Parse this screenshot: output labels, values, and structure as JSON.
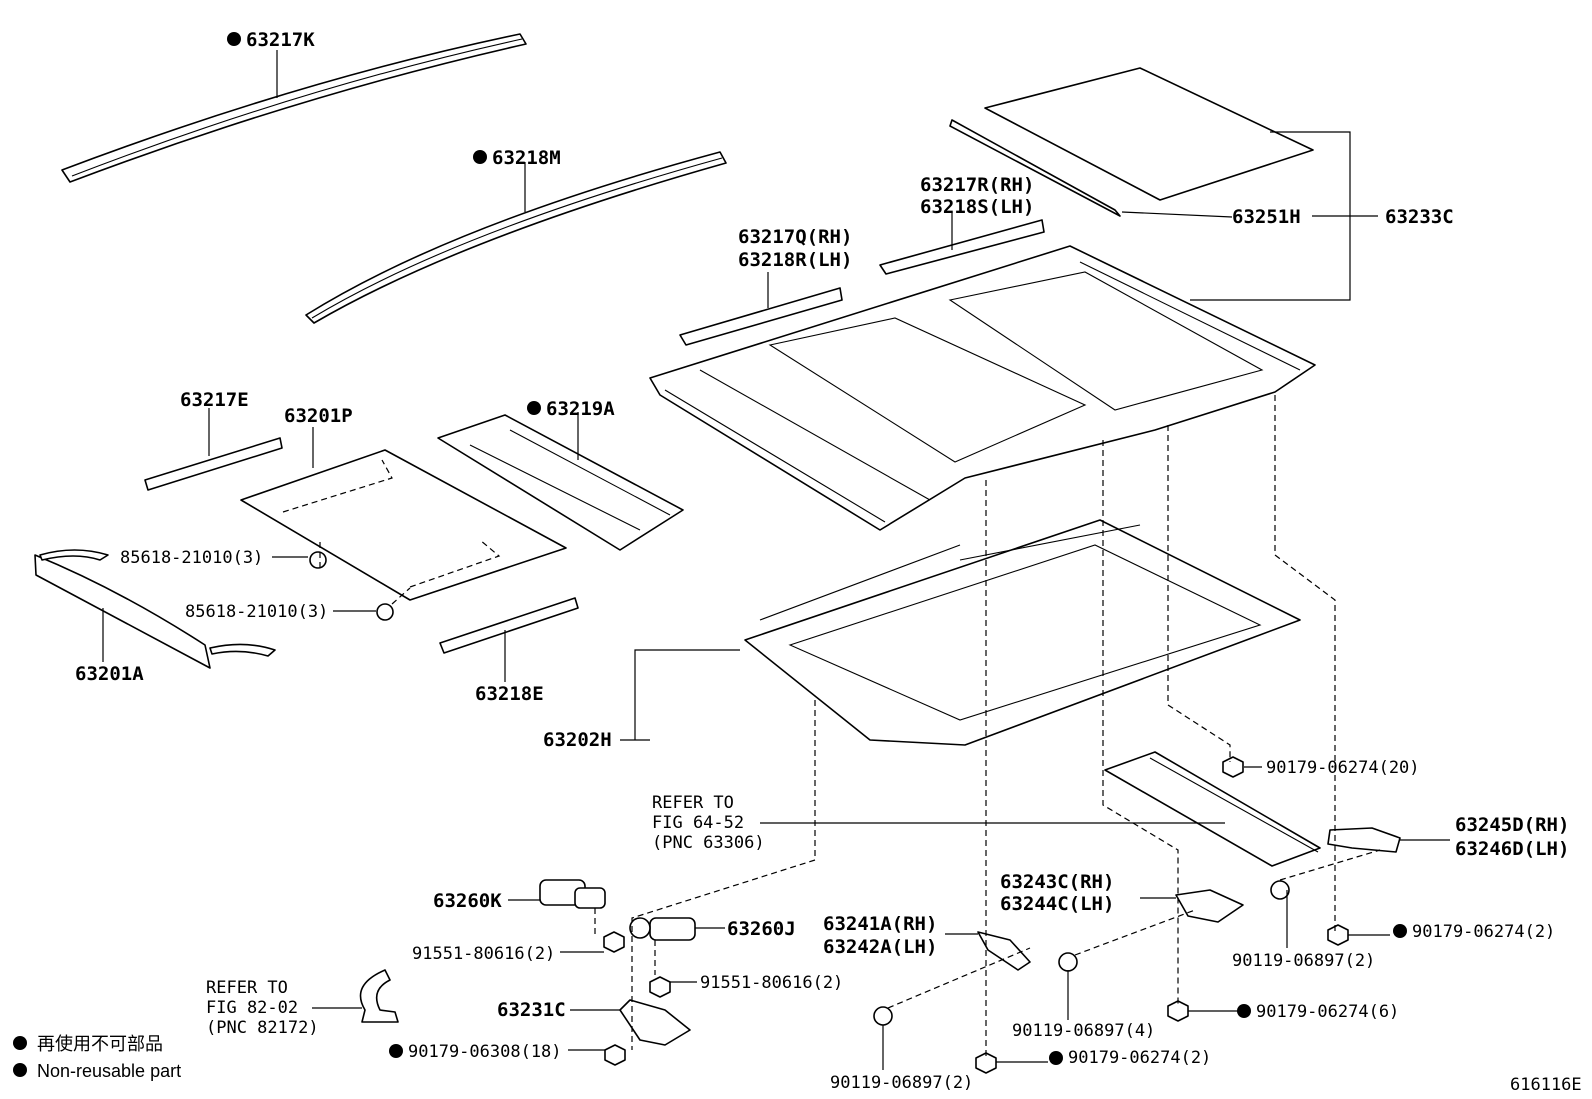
{
  "labels": {
    "p63217K": "63217K",
    "p63218M": "63218M",
    "p63217R_RH": "63217R(RH)",
    "p63218S_LH": "63218S(LH)",
    "p63217Q_RH": "63217Q(RH)",
    "p63218R_LH": "63218R(LH)",
    "p63251H": "63251H",
    "p63233C": "63233C",
    "p63217E": "63217E",
    "p63201P": "63201P",
    "p63219A": "63219A",
    "p85618_a": "85618-21010(3)",
    "p85618_b": "85618-21010(3)",
    "p63201A": "63201A",
    "p63218E": "63218E",
    "p63202H": "63202H",
    "refer1_l1": "REFER TO",
    "refer1_l2": "FIG 64-52",
    "refer1_l3": "(PNC 63306)",
    "p90179_20": "90179-06274(20)",
    "p63245D_RH": "63245D(RH)",
    "p63246D_LH": "63246D(LH)",
    "p63243C_RH": "63243C(RH)",
    "p63244C_LH": "63244C(LH)",
    "p63260K": "63260K",
    "p63260J": "63260J",
    "p91551_a": "91551-80616(2)",
    "p91551_b": "91551-80616(2)",
    "refer2_l1": "REFER TO",
    "refer2_l2": "FIG 82-02",
    "refer2_l3": "(PNC 82172)",
    "p63231C": "63231C",
    "p90179_06308": "90179-06308(18)",
    "p63241A_RH": "63241A(RH)",
    "p63242A_LH": "63242A(LH)",
    "p90119_4": "90119-06897(4)",
    "p90179_6": "90179-06274(6)",
    "p90119_2a": "90119-06897(2)",
    "p90179_2a": "90179-06274(2)",
    "p90119_2b": "90119-06897(2)",
    "p90179_2b": "90179-06274(2)"
  },
  "legend": {
    "line1": "再使用不可部品",
    "line2": "Non-reusable part"
  },
  "figure_id": "616116E"
}
